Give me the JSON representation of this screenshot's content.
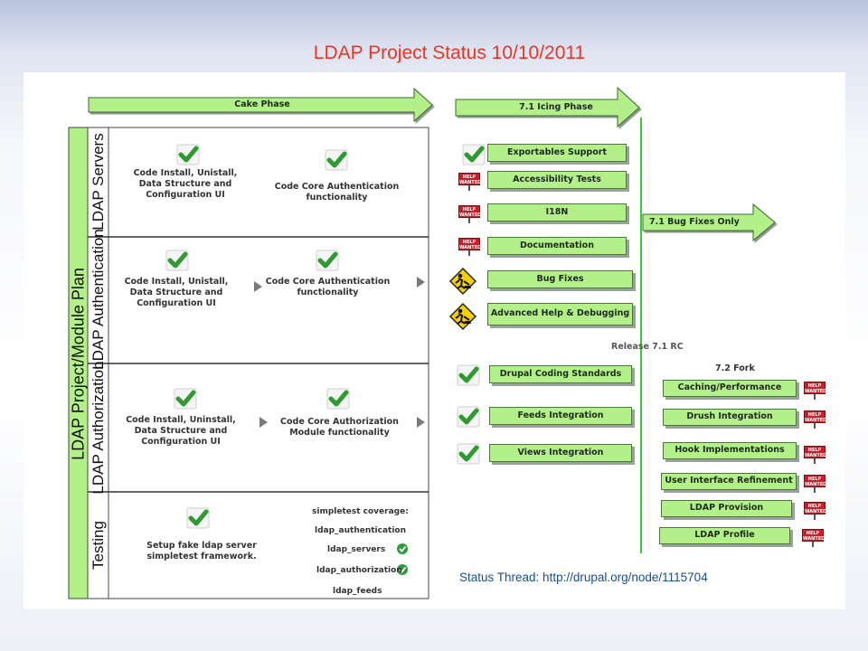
{
  "title": "LDAP Project Status 10/10/2011",
  "status_thread": "Status Thread: http://drupal.org/node/1115704",
  "phases": {
    "cake": "Cake Phase",
    "icing": "7.1 Icing Phase",
    "bugfix": "7.1  Bug Fixes Only"
  },
  "plan_label": "LDAP Project/Module Plan",
  "rows": [
    {
      "label": "LDAP Servers",
      "item1": "Code Install, Unistall, Data Structure and Configuration UI",
      "item2": "Code Core Authentication functionality"
    },
    {
      "label": "LDAP Authentication",
      "item1": "Code Install, Unistall, Data Structure and Configuration UI",
      "item2": "Code Core Authentication functionality"
    },
    {
      "label": "LDAP Authorization",
      "item1": "Code Install, Uninstall, Data Structure and Configuration UI",
      "item2": "Code Core Authorization Module functionality"
    },
    {
      "label": "Testing",
      "item1": "Setup fake ldap server simpletest framework."
    }
  ],
  "coverage": {
    "heading": "simpletest coverage:",
    "items": [
      "ldap_authentication",
      "ldap_servers",
      "ldap_authorization",
      "ldap_feeds"
    ]
  },
  "icing_items": [
    "Exportables Support",
    "Accessibility Tests",
    "I18N",
    "Documentation",
    "Bug Fixes",
    "Advanced Help & Debugging"
  ],
  "release_label": "Release 7.1 RC",
  "later_items": [
    "Drupal Coding Standards",
    "Feeds Integration",
    "Views Integration"
  ],
  "fork_label": "7.2 Fork",
  "fork_items": [
    "Caching/Performance",
    "Drush Integration",
    "Hook Implementations",
    "User Interface Refinement",
    "LDAP Provision",
    "LDAP Profile"
  ],
  "help_sign": "HELP WANTED",
  "colors": {
    "accent_green": "#b4f089",
    "line_green": "#33cc33",
    "check_green": "#3aa53a",
    "title_red": "#ee3322",
    "link_blue": "#1b4f8a",
    "help_red": "#c8202a",
    "caution_yellow": "#f5d000"
  },
  "icons": [
    "check-icon",
    "help-wanted-sign-icon",
    "under-construction-icon",
    "play-triangle-icon",
    "circle-check-icon"
  ]
}
